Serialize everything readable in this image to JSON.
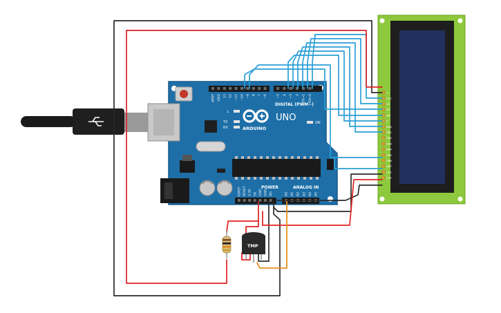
{
  "board": {
    "brand": "ARDUINO",
    "model": "UNO",
    "digital_header": "DIGITAL (PWM~)",
    "power_header": "POWER",
    "analog_header": "ANALOG IN",
    "led_l": "L",
    "led_tx": "TX",
    "led_rx": "RX",
    "led_on": "ON",
    "top_pins": [
      "AREF",
      "GND",
      "13",
      "12",
      "~11",
      "~10",
      "~9",
      "8",
      "7",
      "~6",
      "~5",
      "4",
      "~3",
      "2",
      "TX→1",
      "RX←0"
    ],
    "power_pins": [
      "IOREF",
      "RESET",
      "3.3V",
      "5V",
      "GND",
      "GND",
      "Vin"
    ],
    "analog_pins": [
      "A0",
      "A1",
      "A2",
      "A3",
      "A4",
      "A5"
    ]
  },
  "lcd": {
    "pins": [
      "G",
      "VCC",
      "V0",
      "RS",
      "RW",
      "E",
      "DB0",
      "DB1",
      "DB2",
      "DB3",
      "DB4",
      "DB5",
      "DB6",
      "DB7",
      "LED",
      "LED"
    ]
  },
  "sensor": {
    "label": "TMP"
  },
  "colors": {
    "wire_black": "#2a2a2a",
    "wire_red": "#e02020",
    "wire_blue": "#2a9fd6",
    "wire_orange": "#e8901e",
    "board": "#1e6fa8",
    "lcd_board": "#8ec83c",
    "lcd_screen": "#22305f"
  }
}
